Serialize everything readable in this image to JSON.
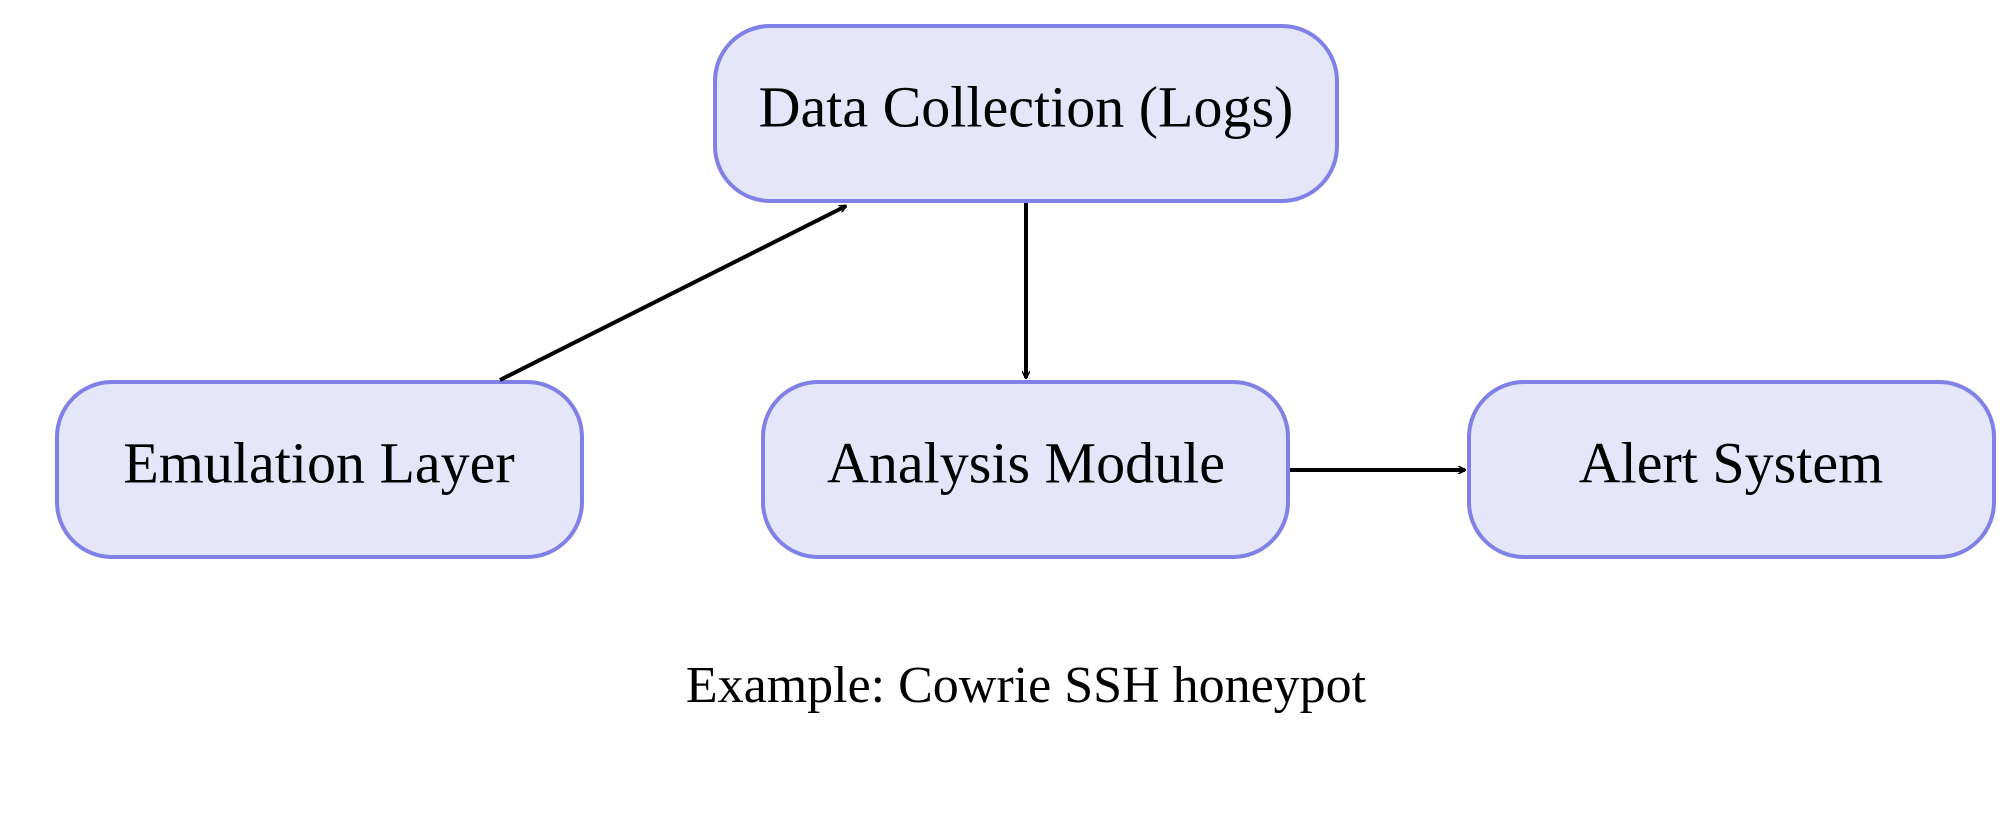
{
  "diagram": {
    "nodes": {
      "data_collection": "Data Collection (Logs)",
      "emulation": "Emulation Layer",
      "analysis": "Analysis Module",
      "alert": "Alert System"
    },
    "caption": "Example: Cowrie SSH honeypot",
    "colors": {
      "node_fill": "#e6e6fa",
      "node_border": "#8080e6",
      "edge": "#000000"
    }
  }
}
